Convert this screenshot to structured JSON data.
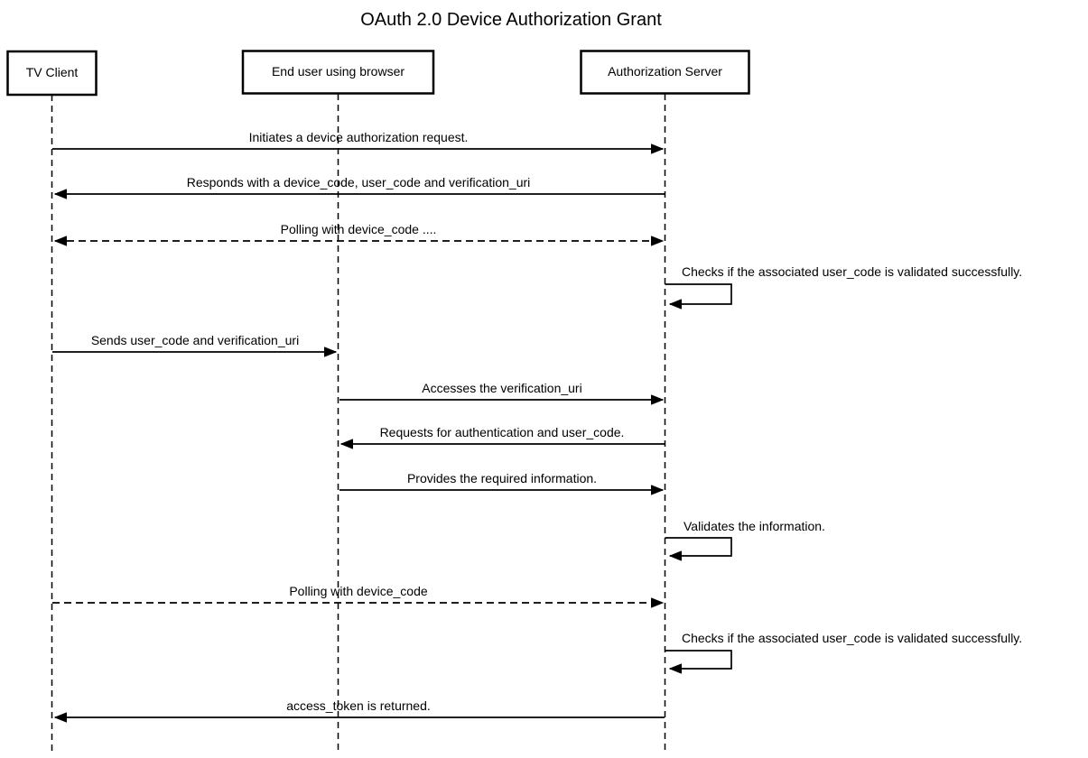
{
  "title": "OAuth 2.0 Device Authorization Grant",
  "diagram_type": "sequence-diagram",
  "colors": {
    "background": "#ffffff",
    "line": "#000000",
    "text": "#000000"
  },
  "actors": [
    {
      "id": "tv-client",
      "label": "TV Client"
    },
    {
      "id": "end-user",
      "label": "End user using browser"
    },
    {
      "id": "auth-server",
      "label": "Authorization Server"
    }
  ],
  "messages": [
    {
      "from": "TV Client",
      "to": "Authorization Server",
      "label": "Initiates a device authorization request.",
      "line": "solid",
      "direction": "right"
    },
    {
      "from": "Authorization Server",
      "to": "TV Client",
      "label": "Responds with a device_code, user_code and verification_uri",
      "line": "solid",
      "direction": "left"
    },
    {
      "from": "TV Client",
      "to": "Authorization Server",
      "label": "Polling with device_code ....",
      "line": "dashed",
      "direction": "both"
    },
    {
      "from": "Authorization Server",
      "to": "Authorization Server",
      "label": "Checks if the associated user_code is validated successfully.",
      "line": "solid",
      "direction": "self"
    },
    {
      "from": "TV Client",
      "to": "End user using browser",
      "label": "Sends user_code and verification_uri",
      "line": "solid",
      "direction": "right"
    },
    {
      "from": "End user using browser",
      "to": "Authorization Server",
      "label": "Accesses the verification_uri",
      "line": "solid",
      "direction": "right"
    },
    {
      "from": "Authorization Server",
      "to": "End user using browser",
      "label": "Requests for authentication and user_code.",
      "line": "solid",
      "direction": "left"
    },
    {
      "from": "End user using browser",
      "to": "Authorization Server",
      "label": "Provides the required information.",
      "line": "solid",
      "direction": "right"
    },
    {
      "from": "Authorization Server",
      "to": "Authorization Server",
      "label": "Validates the information.",
      "line": "solid",
      "direction": "self"
    },
    {
      "from": "TV Client",
      "to": "Authorization Server",
      "label": "Polling with device_code",
      "line": "dashed",
      "direction": "right"
    },
    {
      "from": "Authorization Server",
      "to": "Authorization Server",
      "label": "Checks if the associated user_code is validated successfully.",
      "line": "solid",
      "direction": "self"
    },
    {
      "from": "Authorization Server",
      "to": "TV Client",
      "label": "access_token is returned.",
      "line": "solid",
      "direction": "left"
    }
  ]
}
